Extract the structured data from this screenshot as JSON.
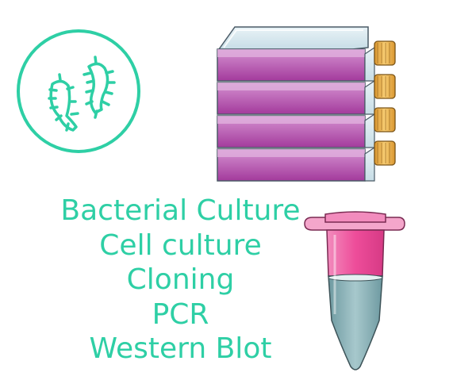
{
  "colors": {
    "accent": "#2ecfa5",
    "flask_purple": "#a33a9c",
    "flask_purple_light": "#cf7fcb",
    "flask_glass": "#d6e7ee",
    "cap_orange": "#f0b752",
    "tube_pink": "#ee4d9a",
    "tube_liquid": "#7faab0"
  },
  "icons": {
    "bacteria": "bacteria-in-circle-icon",
    "flasks": "stacked-cell-culture-flasks-icon",
    "tube": "microcentrifuge-tube-icon"
  },
  "techniques": [
    "Bacterial Culture",
    "Cell culture",
    "Cloning",
    "PCR",
    "Western Blot"
  ]
}
